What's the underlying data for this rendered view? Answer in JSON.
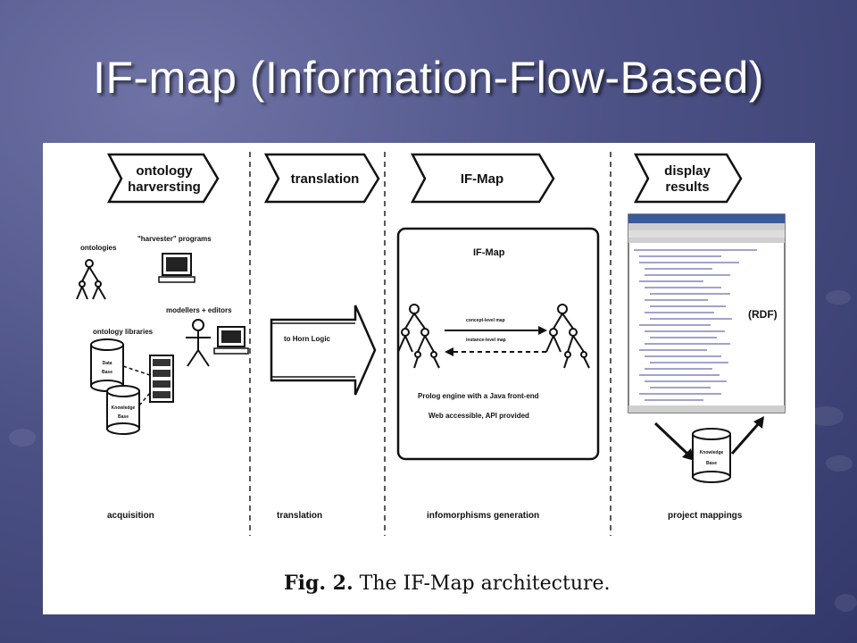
{
  "slide": {
    "title": "IF-map (Information-Flow-Based)"
  },
  "phases": [
    {
      "line1": "ontology",
      "line2": "harversting"
    },
    {
      "line1": "translation",
      "line2": ""
    },
    {
      "line1": "IF-Map",
      "line2": ""
    },
    {
      "line1": "display",
      "line2": "results"
    }
  ],
  "acquisition": {
    "ontologies_label": "ontologies",
    "harvester_label": "\"harvester\" programs",
    "modellers_label": "modellers + editors",
    "libraries_label": "ontology libraries",
    "db1_line1": "Data",
    "db1_line2": "Base",
    "db2_line1": "Knowledge",
    "db2_line2": "Base"
  },
  "translation": {
    "arrow_label": "to Horn Logic"
  },
  "ifmap": {
    "box_title": "IF-Map",
    "concept_map": "concept-level map",
    "instance_map": "instance-level map",
    "engine_line1": "Prolog engine with a Java front-end",
    "engine_line2": "Web accessible, API provided"
  },
  "display": {
    "rdf_label": "(RDF)",
    "kb_line1": "Knowledge",
    "kb_line2": "Base"
  },
  "bottom_labels": {
    "acquisition": "acquisition",
    "translation": "translation",
    "infomorphisms": "infomorphisms generation",
    "project": "project mappings"
  },
  "caption": {
    "prefix": "Fig. 2.",
    "text": "The IF-Map architecture."
  },
  "colors": {
    "background": "#4d5286",
    "figure": "#ffffff",
    "ink": "#111111"
  }
}
